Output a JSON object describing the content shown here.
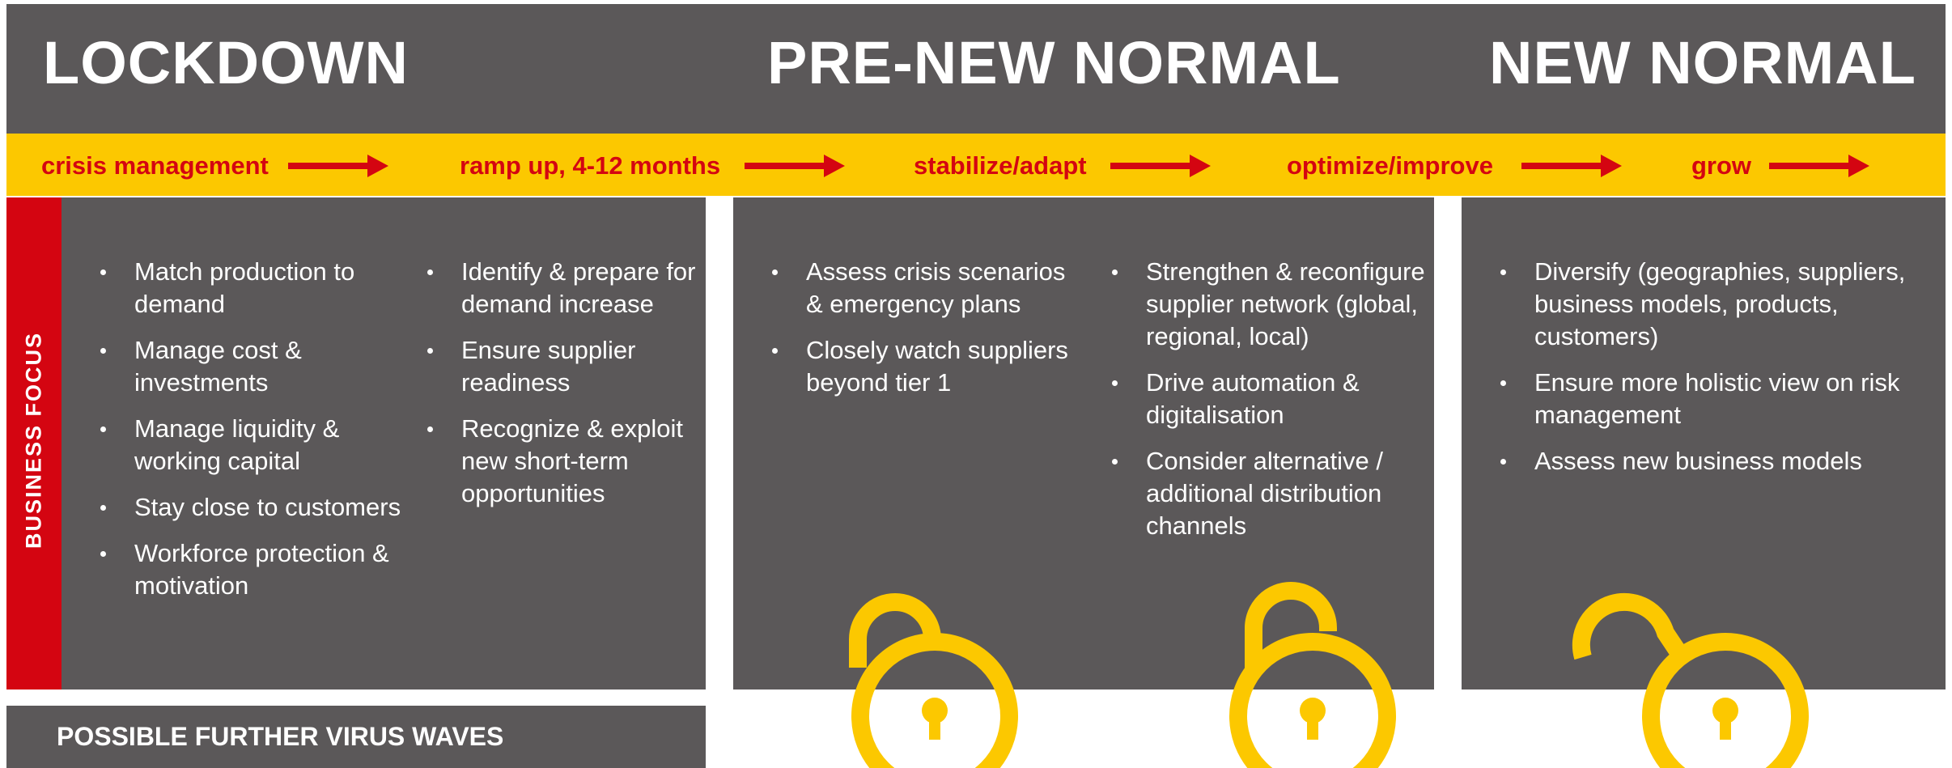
{
  "phases": {
    "lockdown": "LOCKDOWN",
    "pre_new_normal": "PRE-NEW NORMAL",
    "new_normal": "NEW NORMAL"
  },
  "stages": [
    "crisis management",
    "ramp up, 4-12 months",
    "stabilize/adapt",
    "optimize/improve",
    "grow"
  ],
  "side_label": "BUSINESS FOCUS",
  "lockdown": {
    "col1": [
      "Match production to demand",
      "Manage cost & investments",
      "Manage liquidity & working capital",
      "Stay close to customers",
      "Workforce protection & motivation"
    ],
    "col2": [
      "Identify & prepare for demand increase",
      "Ensure supplier readiness",
      "Recognize & exploit new short-term opportunities"
    ]
  },
  "pre_new_normal": {
    "col1": [
      "Assess crisis scenarios & emergency plans",
      "Closely watch suppliers beyond tier 1"
    ],
    "col2": [
      "Strengthen & reconfigure supplier network (global, regional, local)",
      "Drive automation & digitalisation",
      "Consider alternative / additional distribution channels"
    ]
  },
  "new_normal": {
    "col1": [
      "Diversify (geographies, suppliers, business models, products, customers)",
      "Ensure more holistic view on risk management",
      "Assess new business models"
    ]
  },
  "bottom_band": "POSSIBLE FURTHER VIRUS WAVES",
  "colors": {
    "panel_gray": "#5b5859",
    "accent_yellow": "#fcc800",
    "accent_red": "#d40511",
    "text_white": "#ffffff"
  },
  "icons": [
    "arrow-right-icon",
    "padlock-icon"
  ]
}
